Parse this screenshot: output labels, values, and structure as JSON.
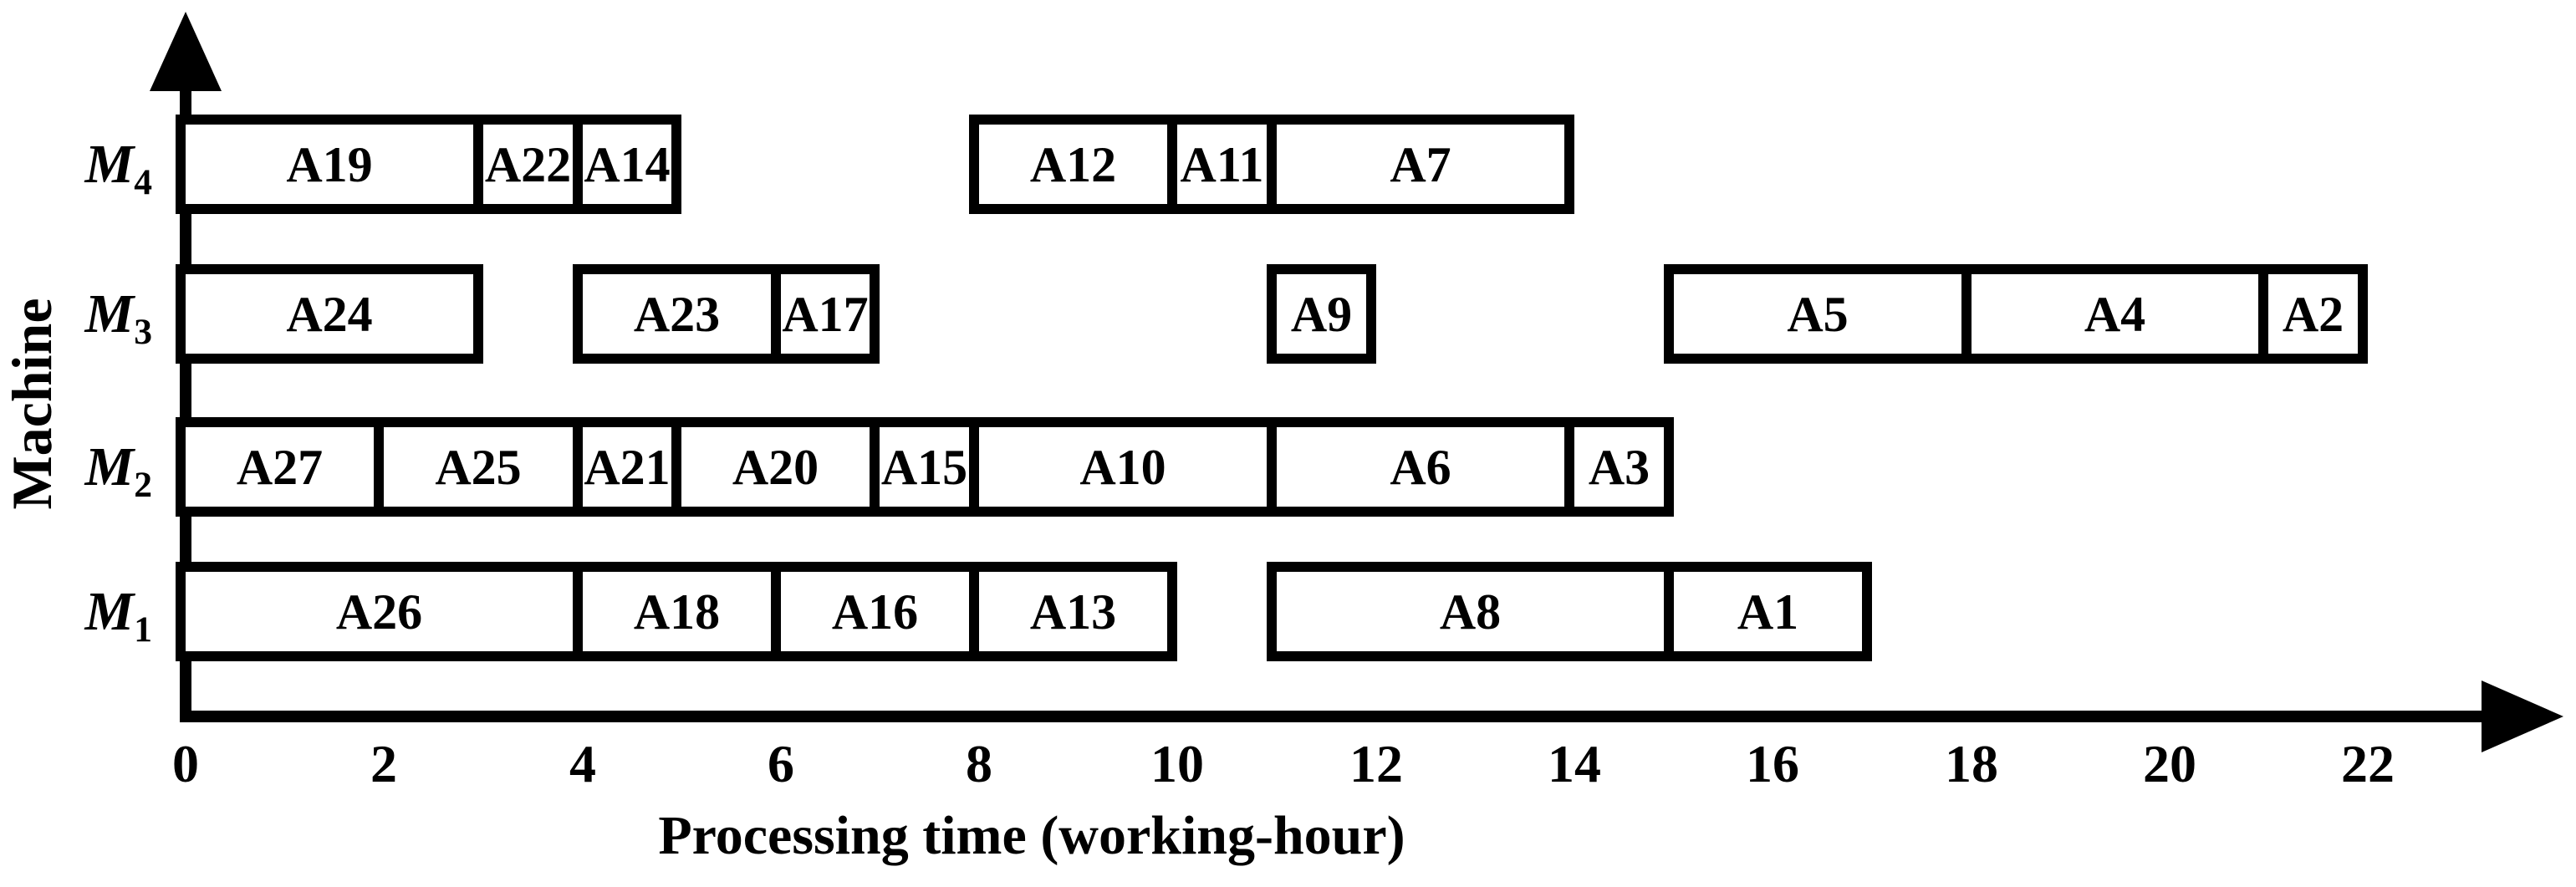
{
  "chart_data": {
    "type": "gantt",
    "subtype": "machine-schedule-gantt",
    "title": "",
    "xlabel": "Processing time (working-hour)",
    "ylabel": "Machine",
    "xlim": [
      0,
      22
    ],
    "x_tick_step": 2,
    "x_ticks": [
      0,
      2,
      4,
      6,
      8,
      10,
      12,
      14,
      16,
      18,
      20,
      22
    ],
    "grid": false,
    "legend": false,
    "colors": {
      "foreground": "#000000",
      "background": "#ffffff",
      "bar_fill": "#ffffff",
      "bar_border": "#000000"
    },
    "machines": [
      {
        "id": "M4",
        "label_base": "M",
        "label_sub": "4",
        "jobs": [
          {
            "label": "A19",
            "start": 0,
            "end": 3
          },
          {
            "label": "A22",
            "start": 3,
            "end": 4
          },
          {
            "label": "A14",
            "start": 4,
            "end": 5
          },
          {
            "label": "A12",
            "start": 8,
            "end": 10
          },
          {
            "label": "A11",
            "start": 10,
            "end": 11
          },
          {
            "label": "A7",
            "start": 11,
            "end": 14
          }
        ]
      },
      {
        "id": "M3",
        "label_base": "M",
        "label_sub": "3",
        "jobs": [
          {
            "label": "A24",
            "start": 0,
            "end": 3
          },
          {
            "label": "A23",
            "start": 4,
            "end": 6
          },
          {
            "label": "A17",
            "start": 6,
            "end": 7
          },
          {
            "label": "A9",
            "start": 11,
            "end": 12
          },
          {
            "label": "A5",
            "start": 15,
            "end": 18
          },
          {
            "label": "A4",
            "start": 18,
            "end": 21
          },
          {
            "label": "A2",
            "start": 21,
            "end": 22
          }
        ]
      },
      {
        "id": "M2",
        "label_base": "M",
        "label_sub": "2",
        "jobs": [
          {
            "label": "A27",
            "start": 0,
            "end": 2
          },
          {
            "label": "A25",
            "start": 2,
            "end": 4
          },
          {
            "label": "A21",
            "start": 4,
            "end": 5
          },
          {
            "label": "A20",
            "start": 5,
            "end": 7
          },
          {
            "label": "A15",
            "start": 7,
            "end": 8
          },
          {
            "label": "A10",
            "start": 8,
            "end": 11
          },
          {
            "label": "A6",
            "start": 11,
            "end": 14
          },
          {
            "label": "A3",
            "start": 14,
            "end": 15
          }
        ]
      },
      {
        "id": "M1",
        "label_base": "M",
        "label_sub": "1",
        "jobs": [
          {
            "label": "A26",
            "start": 0,
            "end": 4
          },
          {
            "label": "A18",
            "start": 4,
            "end": 6
          },
          {
            "label": "A16",
            "start": 6,
            "end": 8
          },
          {
            "label": "A13",
            "start": 8,
            "end": 10
          },
          {
            "label": "A8",
            "start": 11,
            "end": 15
          },
          {
            "label": "A1",
            "start": 15,
            "end": 17
          }
        ]
      }
    ]
  }
}
